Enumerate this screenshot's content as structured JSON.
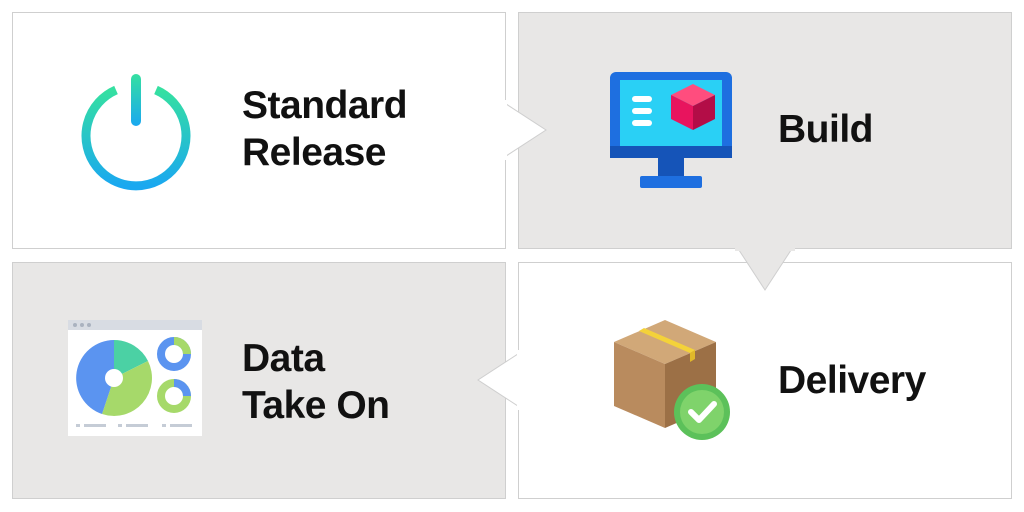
{
  "steps": [
    {
      "id": "standard-release",
      "lines": [
        "Standard",
        "Release"
      ],
      "icon": "power-icon"
    },
    {
      "id": "build",
      "lines": [
        "Build"
      ],
      "icon": "monitor-cube-icon"
    },
    {
      "id": "delivery",
      "lines": [
        "Delivery"
      ],
      "icon": "package-check-icon"
    },
    {
      "id": "data-take-on",
      "lines": [
        "Data",
        "Take On"
      ],
      "icon": "dashboard-chart-icon"
    }
  ],
  "colors": {
    "panel_white": "#ffffff",
    "panel_gray": "#e8e7e6",
    "text": "#111111",
    "power_gradient_start": "#35e0a1",
    "power_gradient_end": "#1aa8f0",
    "monitor_blue": "#1e6fe0",
    "cube_pink": "#e8145e",
    "box_brown": "#b98b5e",
    "check_green": "#5cc15a"
  }
}
